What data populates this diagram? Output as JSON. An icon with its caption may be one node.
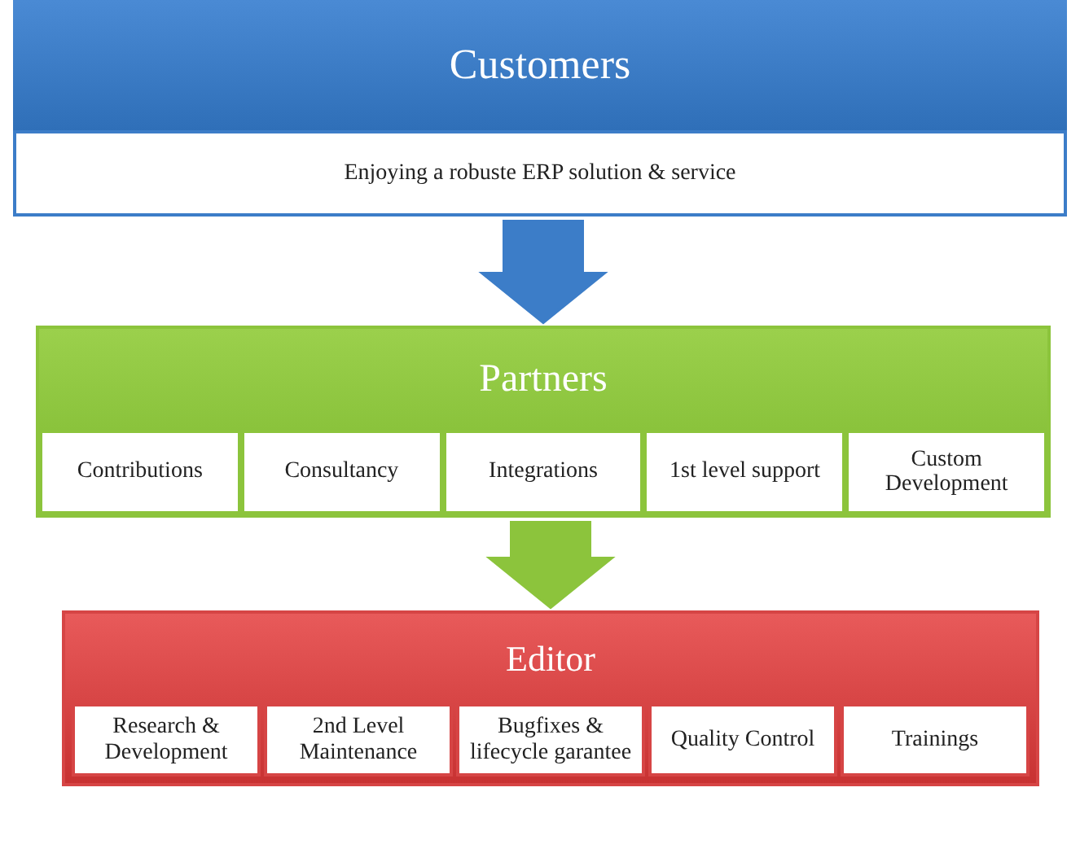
{
  "diagram": {
    "nodes": [
      {
        "text": [
          "Customers",
          "Enjoying a robuste ERP solution & service"
        ]
      },
      {
        "text": [
          "Partners"
        ]
      },
      {
        "text": [
          "Contributions"
        ],
        "in": 1
      },
      {
        "text": [
          "Consultancy"
        ],
        "in": 1
      },
      {
        "text": [
          "Integrations"
        ],
        "in": 1
      },
      {
        "text": [
          "1st level support"
        ],
        "in": 1
      },
      {
        "text": [
          "Custom Development"
        ],
        "in": 1
      },
      {
        "text": [
          "Editor"
        ]
      },
      {
        "text": [
          "Research & Development"
        ],
        "in": 7
      },
      {
        "text": [
          "2nd Level Maintenance"
        ],
        "in": 7
      },
      {
        "text": [
          "Bugfixes & lifecycle garantee"
        ],
        "in": 7
      },
      {
        "text": [
          "Quality Control"
        ],
        "in": 7
      },
      {
        "text": [
          "Trainings"
        ],
        "in": 7
      }
    ],
    "edges": [
      {
        "from": 0,
        "to": 1,
        "arrow": "to",
        "style": "thick",
        "color": "#3c7dc8"
      },
      {
        "from": 1,
        "to": 7,
        "arrow": "to",
        "style": "thick",
        "color": "#8cc43c"
      }
    ]
  }
}
